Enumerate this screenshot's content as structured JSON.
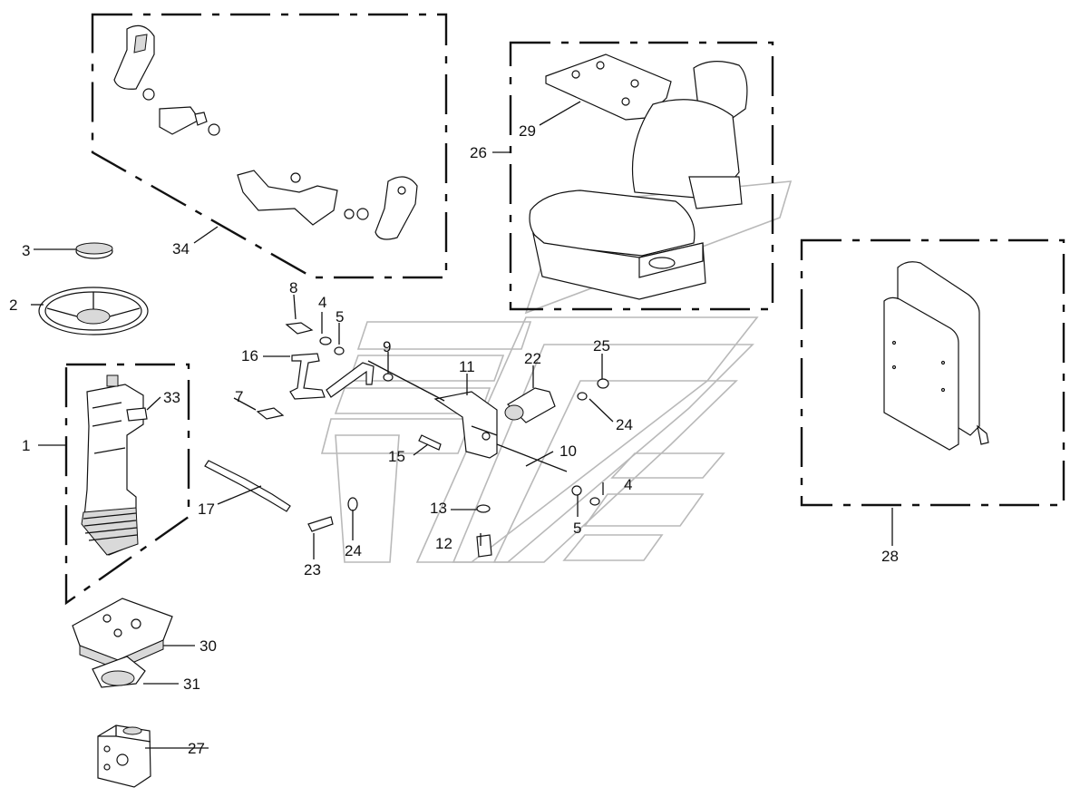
{
  "diagram": {
    "callouts": [
      {
        "id": "p1",
        "text": "1"
      },
      {
        "id": "p2",
        "text": "2"
      },
      {
        "id": "p3",
        "text": "3"
      },
      {
        "id": "p4a",
        "text": "4"
      },
      {
        "id": "p4b",
        "text": "4"
      },
      {
        "id": "p5a",
        "text": "5"
      },
      {
        "id": "p5b",
        "text": "5"
      },
      {
        "id": "p7",
        "text": "7"
      },
      {
        "id": "p8",
        "text": "8"
      },
      {
        "id": "p9",
        "text": "9"
      },
      {
        "id": "p10",
        "text": "10"
      },
      {
        "id": "p11",
        "text": "11"
      },
      {
        "id": "p12",
        "text": "12"
      },
      {
        "id": "p13",
        "text": "13"
      },
      {
        "id": "p15",
        "text": "15"
      },
      {
        "id": "p16",
        "text": "16"
      },
      {
        "id": "p17",
        "text": "17"
      },
      {
        "id": "p22",
        "text": "22"
      },
      {
        "id": "p23",
        "text": "23"
      },
      {
        "id": "p24a",
        "text": "24"
      },
      {
        "id": "p24b",
        "text": "24"
      },
      {
        "id": "p25",
        "text": "25"
      },
      {
        "id": "p26",
        "text": "26"
      },
      {
        "id": "p27",
        "text": "27"
      },
      {
        "id": "p28",
        "text": "28"
      },
      {
        "id": "p29",
        "text": "29"
      },
      {
        "id": "p30",
        "text": "30"
      },
      {
        "id": "p31",
        "text": "31"
      },
      {
        "id": "p33",
        "text": "33"
      },
      {
        "id": "p34",
        "text": "34"
      }
    ]
  }
}
